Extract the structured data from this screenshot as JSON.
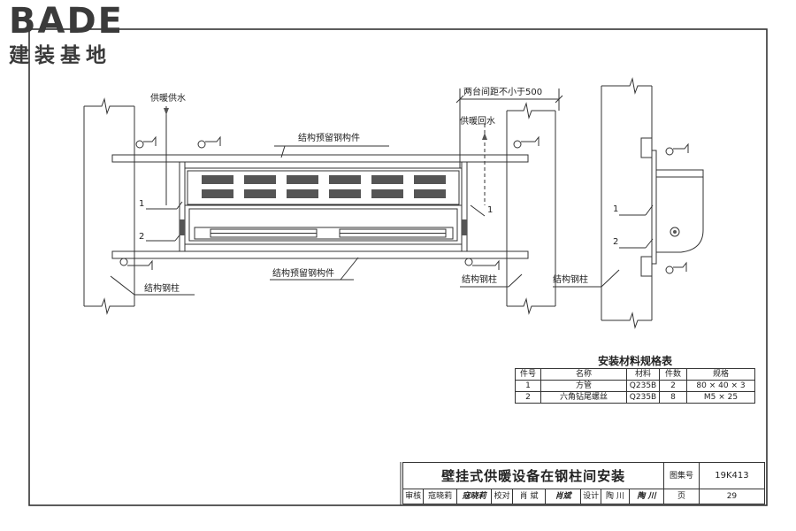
{
  "logo": {
    "brand": "BADE",
    "subtitle": "建装基地"
  },
  "labels": {
    "supply_water": "供暖供水",
    "return_water": "供暖回水",
    "spacing_note": "两台间距不小于500",
    "beam_top": "结构预留钢构件",
    "beam_bottom": "结构预留钢构件",
    "col_left": "结构钢柱",
    "col_right": "结构钢柱",
    "col_side": "结构钢柱",
    "callout_1": "1",
    "callout_2": "2"
  },
  "spec_table": {
    "title": "安装材料规格表",
    "headers": [
      "件号",
      "名称",
      "材料",
      "件数",
      "规格"
    ],
    "rows": [
      [
        "1",
        "方管",
        "Q235B",
        "2",
        "80 × 40 × 3"
      ],
      [
        "2",
        "六角钻尾螺丝",
        "Q235B",
        "8",
        "M5 × 25"
      ]
    ]
  },
  "title_block": {
    "title": "壁挂式供暖设备在钢柱间安装",
    "atlas_label": "图集号",
    "atlas_no": "19K413",
    "review_label": "审核",
    "reviewer": "寇晓莉",
    "reviewer_sig": "寇晓莉",
    "check_label": "校对",
    "checker": "肖 斌",
    "checker_sig": "肖斌",
    "design_label": "设计",
    "designer": "陶 川",
    "designer_sig": "陶 川",
    "page_label": "页",
    "page_no": "29"
  }
}
